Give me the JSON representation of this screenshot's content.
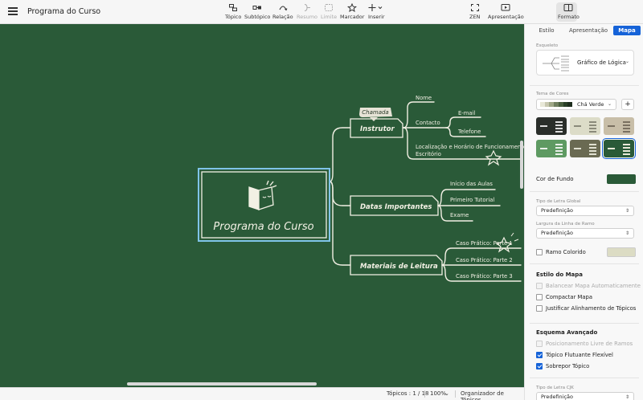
{
  "app": {
    "title": "Programa do Curso"
  },
  "toolbar": {
    "topic": "Tópico",
    "subtopic": "Subtópico",
    "relation": "Relação",
    "summary": "Resumo",
    "boundary": "Limite",
    "marker": "Marcador",
    "insert": "Inserir",
    "zen": "ZEN",
    "presentation": "Apresentação",
    "format": "Formato"
  },
  "mindmap": {
    "central": "Programa do Curso",
    "callout": "Chamada",
    "branches": [
      {
        "label": "Instrutor",
        "children": [
          "Nome",
          "Contacto",
          "Localização e Horário de Funcionamento do",
          "Escritório"
        ],
        "grandchildren": [
          "E-mail",
          "Telefone"
        ]
      },
      {
        "label": "Datas Importantes",
        "children": [
          "Início das Aulas",
          "Primeiro Tutorial",
          "Exame"
        ]
      },
      {
        "label": "Materiais de Leitura",
        "children": [
          "Caso Prático: Parte 1",
          "Caso Prático: Parte 2",
          "Caso Prático: Parte 3"
        ]
      }
    ],
    "colors": {
      "background": "#2a5a38",
      "line": "#f2f0e4",
      "central_border": "#7fc4e8",
      "callout": "#e6e3d6"
    }
  },
  "status": {
    "topics": "Tópicos : 1 / 18",
    "zoom": "100%",
    "organizer": "Organizador de Tópicos"
  },
  "panel": {
    "tabs": [
      "Estilo",
      "Apresentação",
      "Mapa"
    ],
    "active_tab": "Mapa",
    "skeleton_label": "Esqueleto",
    "skeleton_value": "Gráfico de Lógica",
    "color_theme_label": "Tema de Cores",
    "color_theme_value": "Chá Verde",
    "add": "+",
    "bg_color_label": "Cor de Fundo",
    "bg_color": "#2a5a38",
    "global_font_label": "Tipo de Letra Global",
    "global_font_value": "Predefinição",
    "branch_width_label": "Largura da Linha de Ramo",
    "branch_width_value": "Predefinição",
    "colored_branch_label": "Ramo Colorido",
    "colored_branch_swatch": "#dcdcc4",
    "map_style_header": "Estilo do Mapa",
    "map_style_options": [
      {
        "label": "Balancear Mapa Automaticamente",
        "checked": false,
        "disabled": true
      },
      {
        "label": "Compactar Mapa",
        "checked": false,
        "disabled": false
      },
      {
        "label": "Justificar Alinhamento de Tópicos",
        "checked": false,
        "disabled": false
      }
    ],
    "advanced_header": "Esquema Avançado",
    "advanced_options": [
      {
        "label": "Posicionamento Livre de Ramos",
        "checked": false,
        "disabled": true
      },
      {
        "label": "Tópico Flutuante Flexível",
        "checked": true,
        "disabled": false
      },
      {
        "label": "Sobrepor Tópico",
        "checked": true,
        "disabled": false
      }
    ],
    "cjk_font_label": "Tipo de Letra CJK",
    "cjk_font_value": "Predefinição",
    "theme_palette": [
      "#e8e8d8",
      "#c8c8b0",
      "#a0a888",
      "#708060",
      "#4a6040",
      "#2a4028",
      "#1e2e1e"
    ],
    "themes": [
      {
        "bg": "#2a2e2a",
        "fg": "#dcdcdc"
      },
      {
        "bg": "#dcdcc8",
        "fg": "#8a8a7a"
      },
      {
        "bg": "#c8bea8",
        "fg": "#7a7060"
      },
      {
        "bg": "#5e9a62",
        "fg": "#e8f0e8"
      },
      {
        "bg": "#6a6a52",
        "fg": "#e0e0d0"
      },
      {
        "bg": "#2a5a38",
        "fg": "#e8e8d8"
      }
    ]
  }
}
